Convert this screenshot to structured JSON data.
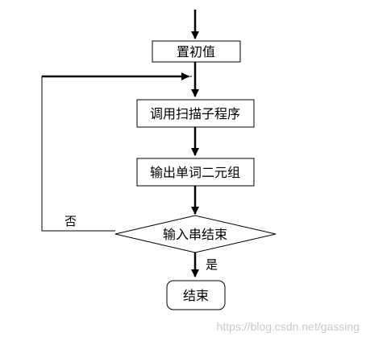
{
  "flowchart": {
    "init": "置初值",
    "call_scan": "调用扫描子程序",
    "output_pair": "输出单词二元组",
    "decision": "输入串结束",
    "end": "结束",
    "no_label": "否",
    "yes_label": "是"
  },
  "watermark": "https://blog.csdn.net/gassing"
}
